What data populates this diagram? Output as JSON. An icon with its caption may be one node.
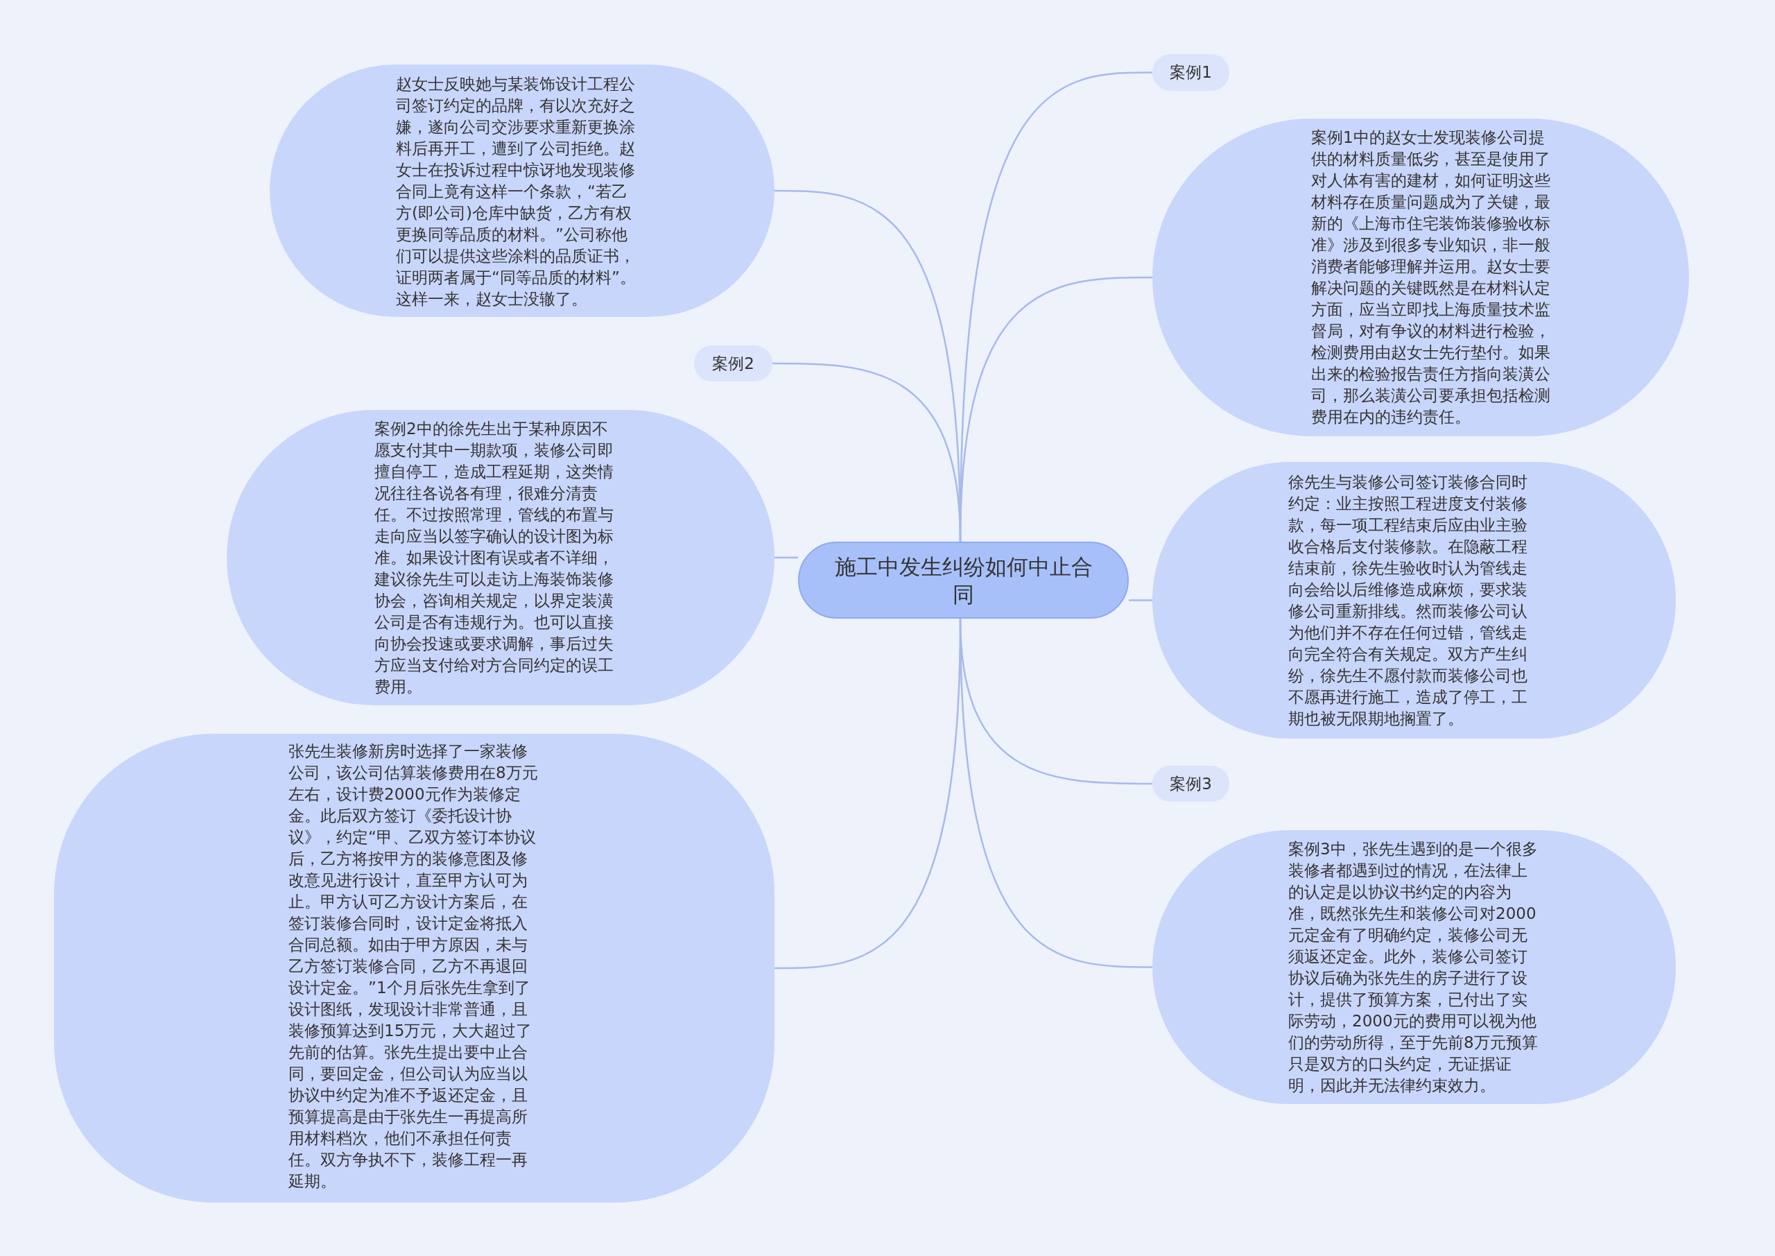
{
  "diagram": {
    "nodes": [
      {
        "text": [
          "施工中发生纠纷如何中止合同"
        ]
      },
      {
        "text": [
          "案例1"
        ]
      },
      {
        "text": [
          "案例1中的赵女士发现装修公司提供的材料质量低劣，甚至是使用了对人体有害的建材，如何证明这些材料存在质量问题成为了关键，最新的《上海市住宅装饰装修验收标准》涉及到很多专业知识，非一般消费者能够理解并运用。赵女士要解决问题的关键既然是在材料认定方面，应当立即找上海质量技术监督局，对有争议的材料进行检验，检测费用由赵女士先行垫付。如果出来的检验报告责任方指向装潢公司，那么装潢公司要承担包括检测费用在内的违约责任。"
        ]
      },
      {
        "text": [
          "赵女士反映她与某装饰设计工程公司签订约定的品牌，有以次充好之嫌，遂向公司交涉要求重新更换涂料后再开工，遭到了公司拒绝。赵女士在投诉过程中惊讶地发现装修合同上竟有这样一个条款，“若乙方(即公司)仓库中缺货，乙方有权更换同等品质的材料。”公司称他们可以提供这些涂料的品质证书，证明两者属于“同等品质的材料”。这样一来，赵女士没辙了。"
        ]
      },
      {
        "text": [
          "案例2"
        ]
      },
      {
        "text": [
          "案例2中的徐先生出于某种原因不愿支付其中一期款项，装修公司即擅自停工，造成工程延期，这类情况往往各说各有理，很难分清责任。不过按照常理，管线的布置与走向应当以签字确认的设计图为标准。如果设计图有误或者不详细，建议徐先生可以走访上海装饰装修协会，咨询相关规定，以界定装潢公司是否有违规行为。也可以直接向协会投速或要求调解，事后过失方应当支付给对方合同约定的误工费用。"
        ]
      },
      {
        "text": [
          "徐先生与装修公司签订装修合同时约定：业主按照工程进度支付装修款，每一项工程结束后应由业主验收合格后支付装修款。在隐蔽工程结束前，徐先生验收时认为管线走向会给以后维修造成麻烦，要求装修公司重新排线。然而装修公司认为他们并不存在任何过错，管线走向完全符合有关规定。双方产生纠纷，徐先生不愿付款而装修公司也不愿再进行施工，造成了停工，工期也被无限期地搁置了。"
        ]
      },
      {
        "text": [
          "案例3"
        ]
      },
      {
        "text": [
          "案例3中，张先生遇到的是一个很多装修者都遇到过的情况，在法律上的认定是以协议书约定的内容为准，既然张先生和装修公司对2000元定金有了明确约定，装修公司无须返还定金。此外，装修公司签订协议后确为张先生的房子进行了设计，提供了预算方案，已付出了实际劳动，2000元的费用可以视为他们的劳动所得，至于先前8万元预算只是双方的口头约定，无证据证明，因此并无法律约束效力。"
        ]
      },
      {
        "text": [
          "张先生装修新房时选择了一家装修公司，该公司估算装修费用在8万元左右，设计费2000元作为装修定金。此后双方签订《委托设计协议》，约定“甲、乙双方签订本协议后，乙方将按甲方的装修意图及修改意见进行设计，直至甲方认可为止。甲方认可乙方设计方案后，在签订装修合同时，设计定金将抵入合同总额。如由于甲方原因，未与乙方签订装修合同，乙方不再退回设计定金。”1个月后张先生拿到了设计图纸，发现设计非常普通，且装修预算达到15万元，大大超过了先前的估算。张先生提出要中止合同，要回定金，但公司认为应当以协议中约定为准不予返还定金，且预算提高是由于张先生一再提高所用材料档次，他们不承担任何责任。双方争执不下，装修工程一再延期。"
        ]
      }
    ],
    "edges": [
      {
        "from": 0,
        "to": 1,
        "arrow": "none"
      },
      {
        "from": 0,
        "to": 2,
        "arrow": "none"
      },
      {
        "from": 0,
        "to": 3,
        "arrow": "none"
      },
      {
        "from": 0,
        "to": 4,
        "arrow": "none"
      },
      {
        "from": 0,
        "to": 5,
        "arrow": "none"
      },
      {
        "from": 0,
        "to": 6,
        "arrow": "none"
      },
      {
        "from": 0,
        "to": 7,
        "arrow": "none"
      },
      {
        "from": 0,
        "to": 8,
        "arrow": "none"
      },
      {
        "from": 0,
        "to": 9,
        "arrow": "none"
      }
    ]
  }
}
